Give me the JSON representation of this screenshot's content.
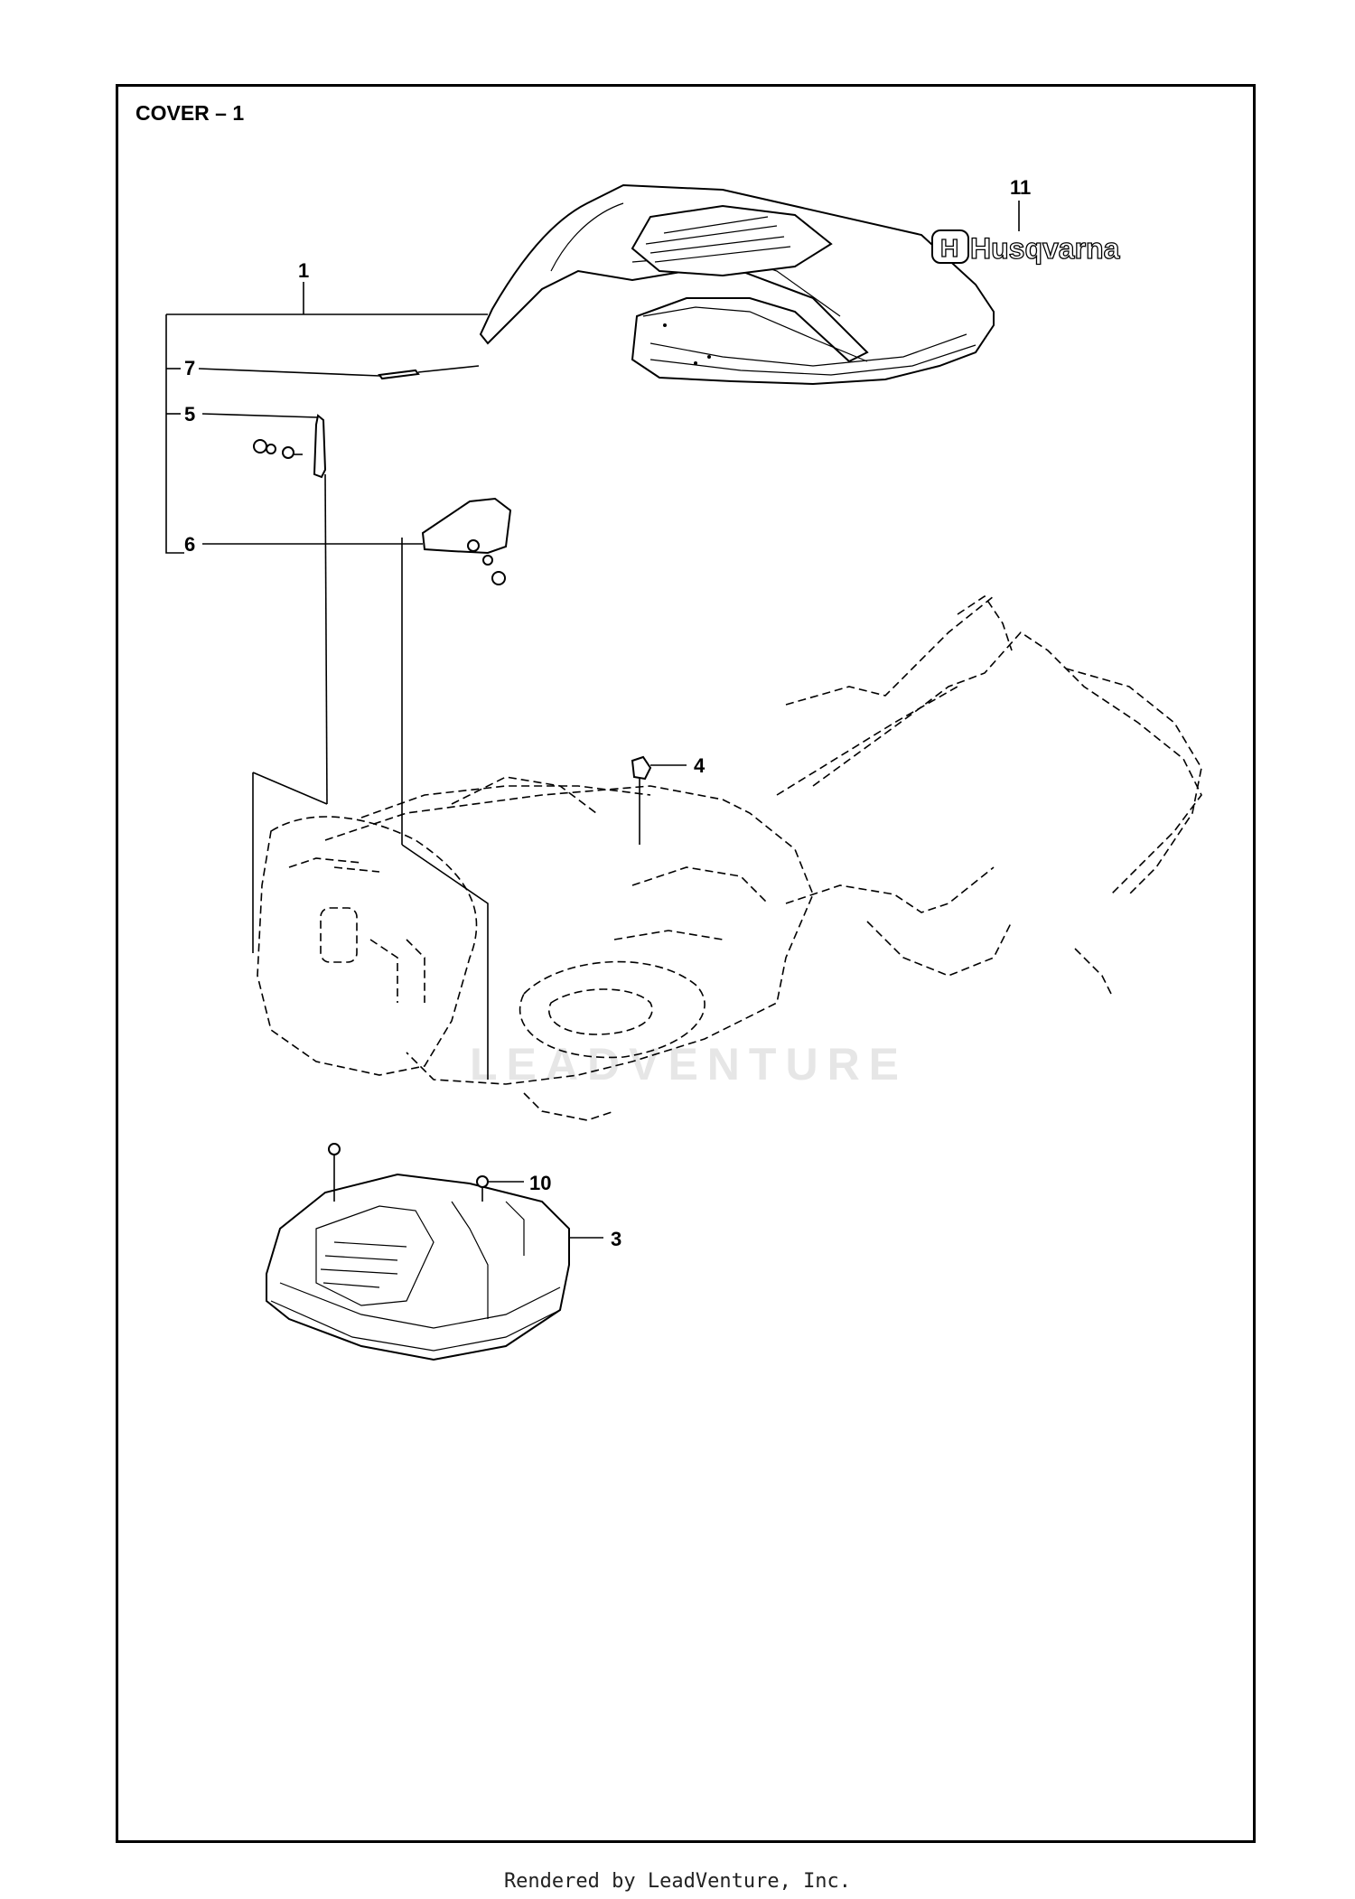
{
  "title": "COVER – 1",
  "footer": "Rendered by LeadVenture, Inc.",
  "watermark": "LEADVENTURE",
  "logo_text": "Husqvarna",
  "callouts": [
    {
      "id": "11",
      "label": "11"
    },
    {
      "id": "1",
      "label": "1"
    },
    {
      "id": "7",
      "label": "7"
    },
    {
      "id": "5",
      "label": "5"
    },
    {
      "id": "6",
      "label": "6"
    },
    {
      "id": "4",
      "label": "4"
    },
    {
      "id": "10",
      "label": "10"
    },
    {
      "id": "3",
      "label": "3"
    }
  ],
  "colors": {
    "line": "#000000",
    "background": "#ffffff",
    "watermark": "#e6e6e6"
  }
}
